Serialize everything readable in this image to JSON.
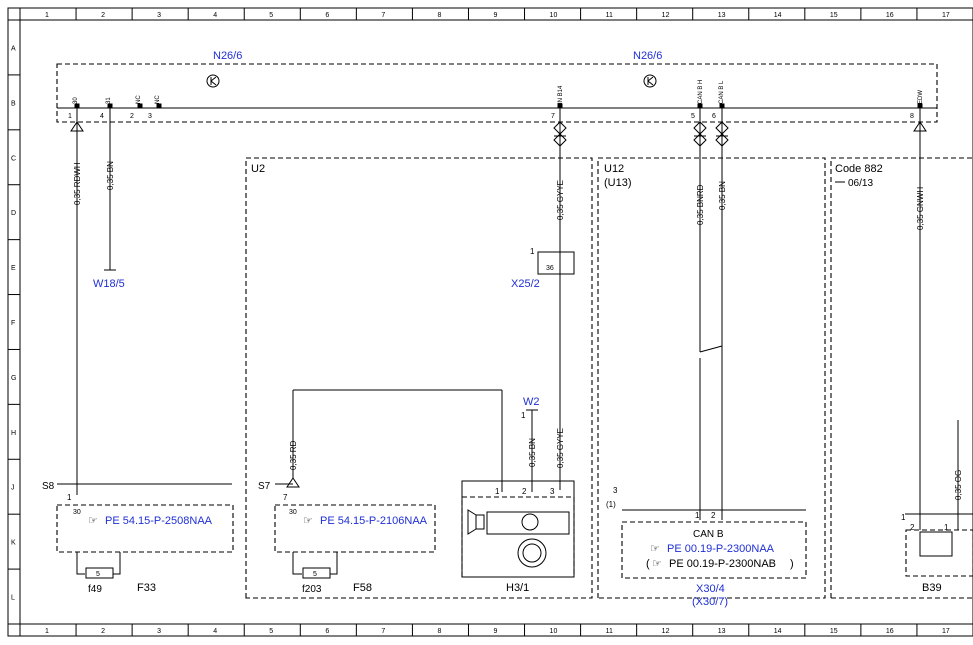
{
  "grid": {
    "columns": [
      "1",
      "2",
      "3",
      "4",
      "5",
      "6",
      "7",
      "8",
      "9",
      "10",
      "11",
      "12",
      "13",
      "14",
      "15",
      "16",
      "17"
    ],
    "rows": [
      "A",
      "B",
      "C",
      "D",
      "E",
      "F",
      "G",
      "H",
      "J",
      "K",
      "L"
    ]
  },
  "modules": {
    "n26_left": "N26/6",
    "n26_right": "N26/6",
    "u2": "U2",
    "u12": "U12",
    "u13": "(U13)",
    "code": "Code 882",
    "code_date": "06/13"
  },
  "pins": [
    {
      "id": "pin30",
      "label": "30",
      "num": "1"
    },
    {
      "id": "pin31",
      "label": "31",
      "num": "4"
    },
    {
      "id": "pinnc1",
      "label": "NC",
      "num": "2"
    },
    {
      "id": "pinnc2",
      "label": "NC",
      "num": "3"
    },
    {
      "id": "pinin14",
      "label": "IN B14",
      "num": "7"
    },
    {
      "id": "pincanh",
      "label": "CAN B H",
      "num": "5"
    },
    {
      "id": "pincanl",
      "label": "CAN B L",
      "num": "6"
    },
    {
      "id": "pinedw",
      "label": "EDW",
      "num": "8"
    }
  ],
  "wires": {
    "w1": "0,35 RDWH",
    "w2": "0,35 BN",
    "w3": "0,35 GYYE",
    "w4": "0,35 BNRD",
    "w5": "0,35 BN",
    "w6": "0,35 GNWH",
    "w7": "0,35 RD",
    "w8": "0,35 BN",
    "w9": "0,35 GYYE",
    "w10": "0,35 OG"
  },
  "components": {
    "w185": "W18/5",
    "x252": "X25/2",
    "x252_pin1": "1",
    "x252_pin36": "36",
    "w2": "W2",
    "w2_pin": "1",
    "s8": "S8",
    "s8_pin1": "1",
    "s8_pin30": "30",
    "s7": "S7",
    "s7_pin7": "7",
    "s7_pin30": "30",
    "pe_left": "PE 54.15-P-2508NAA",
    "pe_mid": "PE 54.15-P-2106NAA",
    "pe_can1": "PE 00.19-P-2300NAA",
    "pe_can2": "PE 00.19-P-2300NAB",
    "fuse_left_val": "5",
    "fuse_left_id": "f49",
    "f33": "F33",
    "fuse_mid_val": "5",
    "fuse_mid_id": "f203",
    "f58": "F58",
    "h31": "H3/1",
    "h31_p1": "1",
    "h31_p2": "2",
    "h31_p3": "3",
    "canb": "CAN B",
    "canb_p1": "1",
    "canb_p2": "2",
    "canb_pin3": "3",
    "canb_pin1": "(1)",
    "x304": "X30/4",
    "x307": "(X30/7)",
    "b39": "B39",
    "b39_p2": "2",
    "b39_p1": "1",
    "b39_k": "1",
    "symbol_open": "(",
    "symbol_close": ")"
  }
}
